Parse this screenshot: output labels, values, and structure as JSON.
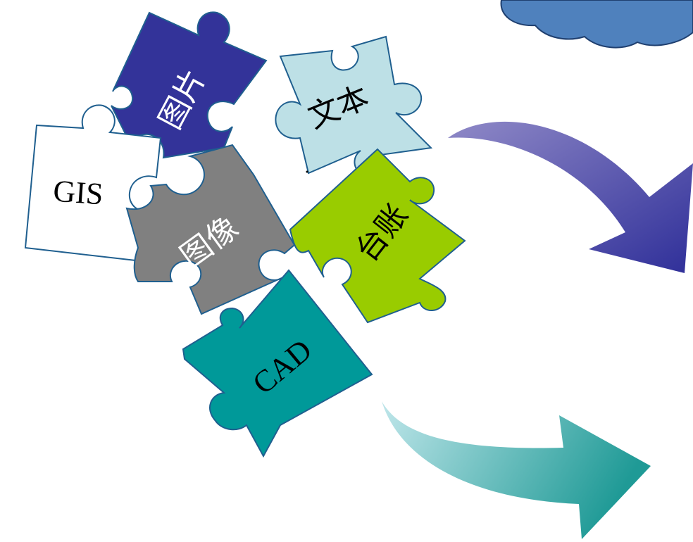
{
  "pieces": {
    "picture": {
      "label": "图片",
      "fill": "#333399"
    },
    "text": {
      "label": "文本",
      "fill": "#bde0e6"
    },
    "gis": {
      "label": "GIS",
      "fill": "#ffffff"
    },
    "image": {
      "label": "图像",
      "fill": "#808080"
    },
    "ledger": {
      "label": "台账",
      "fill": "#99cc00"
    },
    "cad": {
      "label": "CAD",
      "fill": "#009999"
    }
  },
  "colors": {
    "outline": "#1f5f8f",
    "cloud": "#4f81bd",
    "arrow_top_start": "#8f89c7",
    "arrow_top_end": "#2f2f99",
    "arrow_bottom_start": "#bfe6ea",
    "arrow_bottom_end": "#1f9a96"
  }
}
